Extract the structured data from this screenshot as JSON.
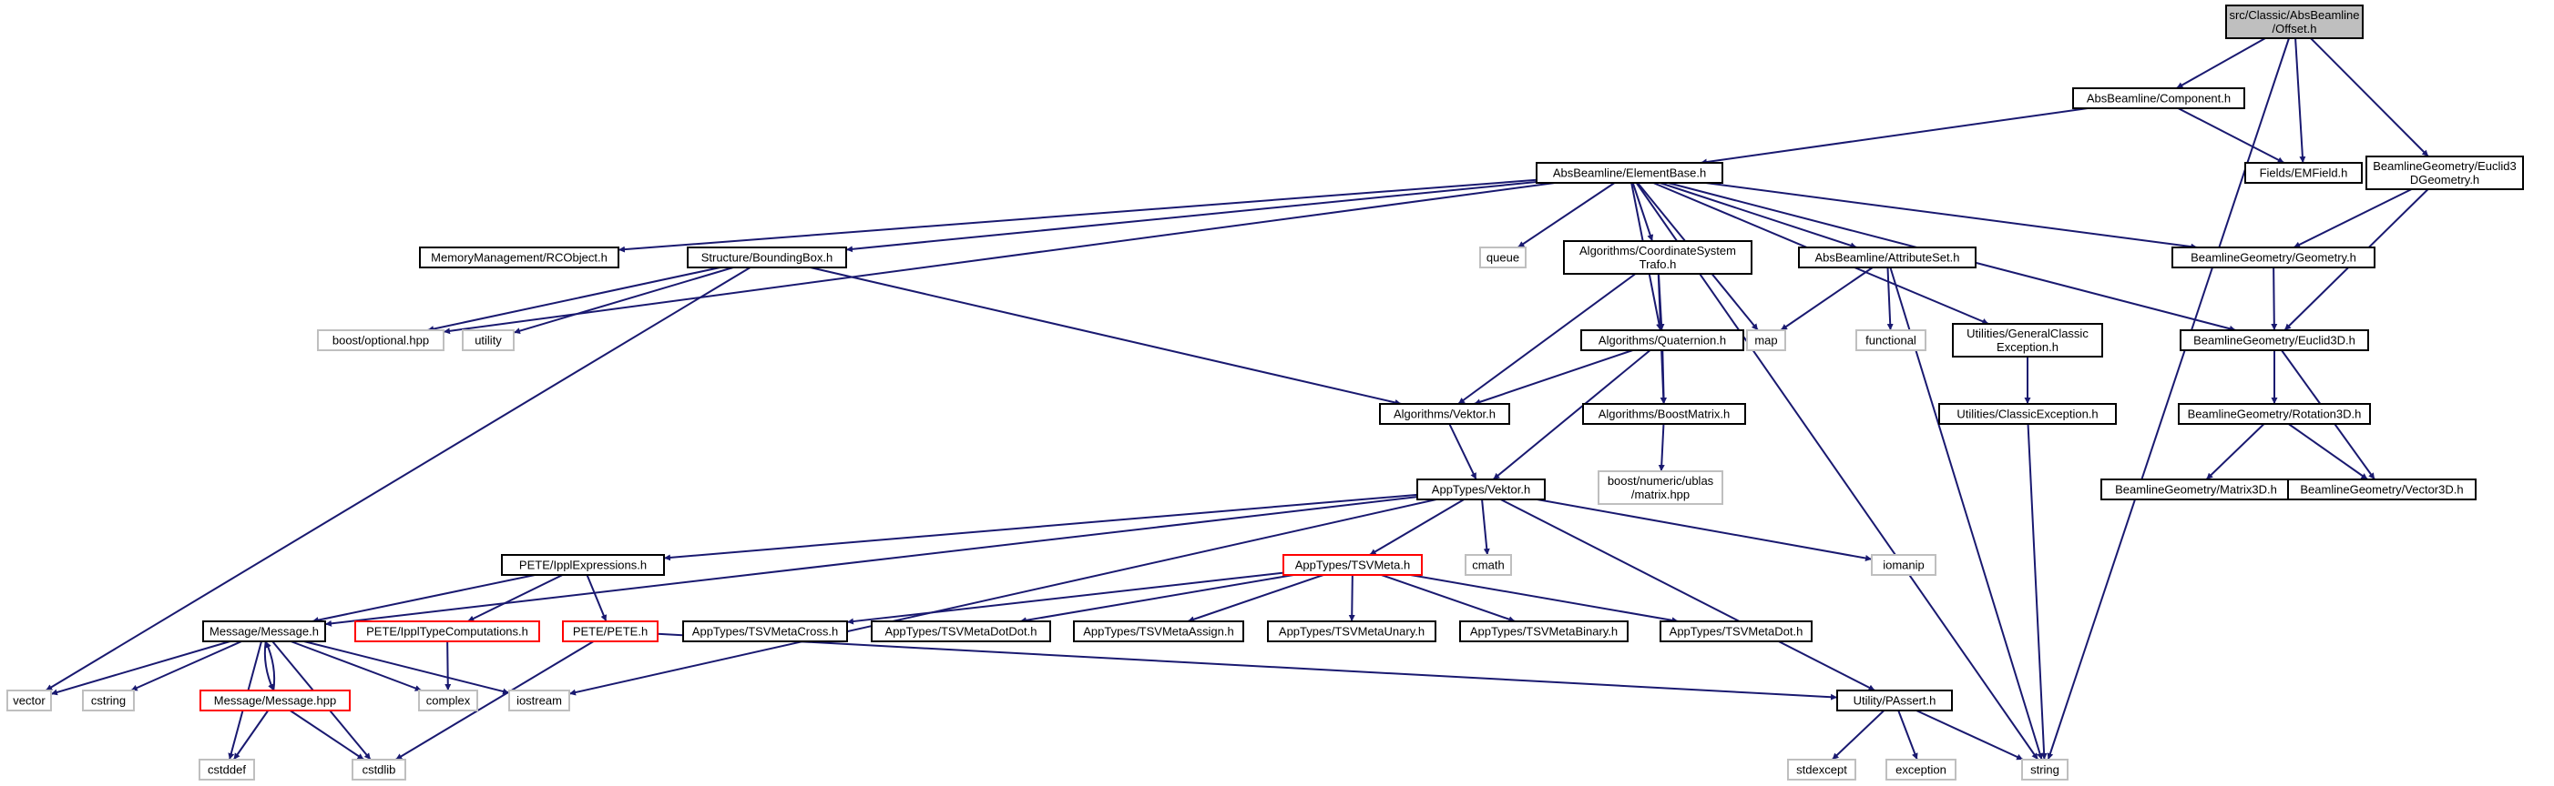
{
  "nodes": [
    {
      "id": "offset",
      "lines": [
        "src/Classic/AbsBeamline",
        "/Offset.h"
      ],
      "style": "focus"
    },
    {
      "id": "component",
      "lines": [
        "AbsBeamline/Component.h"
      ],
      "style": "normal"
    },
    {
      "id": "emfield",
      "lines": [
        "Fields/EMField.h"
      ],
      "style": "normal"
    },
    {
      "id": "euclid3dgeom",
      "lines": [
        "BeamlineGeometry/Euclid3",
        "DGeometry.h"
      ],
      "style": "normal"
    },
    {
      "id": "elementbase",
      "lines": [
        "AbsBeamline/ElementBase.h"
      ],
      "style": "normal"
    },
    {
      "id": "rcobject",
      "lines": [
        "MemoryManagement/RCObject.h"
      ],
      "style": "normal"
    },
    {
      "id": "boundingbox",
      "lines": [
        "Structure/BoundingBox.h"
      ],
      "style": "normal"
    },
    {
      "id": "queue",
      "lines": [
        "queue"
      ],
      "style": "external"
    },
    {
      "id": "coordtrafo",
      "lines": [
        "Algorithms/CoordinateSystem",
        "Trafo.h"
      ],
      "style": "normal"
    },
    {
      "id": "attributeset",
      "lines": [
        "AbsBeamline/AttributeSet.h"
      ],
      "style": "normal"
    },
    {
      "id": "geometry",
      "lines": [
        "BeamlineGeometry/Geometry.h"
      ],
      "style": "normal"
    },
    {
      "id": "boostoptional",
      "lines": [
        "boost/optional.hpp"
      ],
      "style": "external"
    },
    {
      "id": "utility",
      "lines": [
        "utility"
      ],
      "style": "external"
    },
    {
      "id": "quaternion",
      "lines": [
        "Algorithms/Quaternion.h"
      ],
      "style": "normal"
    },
    {
      "id": "map",
      "lines": [
        "map"
      ],
      "style": "external"
    },
    {
      "id": "functional",
      "lines": [
        "functional"
      ],
      "style": "external"
    },
    {
      "id": "genclassicexc",
      "lines": [
        "Utilities/GeneralClassic",
        "Exception.h"
      ],
      "style": "normal"
    },
    {
      "id": "euclid3d",
      "lines": [
        "BeamlineGeometry/Euclid3D.h"
      ],
      "style": "normal"
    },
    {
      "id": "algvektor",
      "lines": [
        "Algorithms/Vektor.h"
      ],
      "style": "normal"
    },
    {
      "id": "boostmatrix",
      "lines": [
        "Algorithms/BoostMatrix.h"
      ],
      "style": "normal"
    },
    {
      "id": "classicexc",
      "lines": [
        "Utilities/ClassicException.h"
      ],
      "style": "normal"
    },
    {
      "id": "rotation3d",
      "lines": [
        "BeamlineGeometry/Rotation3D.h"
      ],
      "style": "normal"
    },
    {
      "id": "ublasmatrix",
      "lines": [
        "boost/numeric/ublas",
        "/matrix.hpp"
      ],
      "style": "external"
    },
    {
      "id": "matrix3d",
      "lines": [
        "BeamlineGeometry/Matrix3D.h"
      ],
      "style": "normal"
    },
    {
      "id": "vector3d",
      "lines": [
        "BeamlineGeometry/Vector3D.h"
      ],
      "style": "normal"
    },
    {
      "id": "appvektor",
      "lines": [
        "AppTypes/Vektor.h"
      ],
      "style": "normal"
    },
    {
      "id": "ipplexpr",
      "lines": [
        "PETE/IpplExpressions.h"
      ],
      "style": "normal"
    },
    {
      "id": "tsvmeta",
      "lines": [
        "AppTypes/TSVMeta.h"
      ],
      "style": "red"
    },
    {
      "id": "cmath",
      "lines": [
        "cmath"
      ],
      "style": "external"
    },
    {
      "id": "iomanip",
      "lines": [
        "iomanip"
      ],
      "style": "external"
    },
    {
      "id": "messageh",
      "lines": [
        "Message/Message.h"
      ],
      "style": "normal"
    },
    {
      "id": "ippltypecomp",
      "lines": [
        "PETE/IpplTypeComputations.h"
      ],
      "style": "red"
    },
    {
      "id": "peteh",
      "lines": [
        "PETE/PETE.h"
      ],
      "style": "red"
    },
    {
      "id": "tsvcross",
      "lines": [
        "AppTypes/TSVMetaCross.h"
      ],
      "style": "normal"
    },
    {
      "id": "tsvdotdot",
      "lines": [
        "AppTypes/TSVMetaDotDot.h"
      ],
      "style": "normal"
    },
    {
      "id": "tsvassign",
      "lines": [
        "AppTypes/TSVMetaAssign.h"
      ],
      "style": "normal"
    },
    {
      "id": "tsvunary",
      "lines": [
        "AppTypes/TSVMetaUnary.h"
      ],
      "style": "normal"
    },
    {
      "id": "tsvbinary",
      "lines": [
        "AppTypes/TSVMetaBinary.h"
      ],
      "style": "normal"
    },
    {
      "id": "tsvdot",
      "lines": [
        "AppTypes/TSVMetaDot.h"
      ],
      "style": "normal"
    },
    {
      "id": "vector",
      "lines": [
        "vector"
      ],
      "style": "external"
    },
    {
      "id": "cstring",
      "lines": [
        "cstring"
      ],
      "style": "external"
    },
    {
      "id": "messagehpp",
      "lines": [
        "Message/Message.hpp"
      ],
      "style": "red"
    },
    {
      "id": "complex",
      "lines": [
        "complex"
      ],
      "style": "external"
    },
    {
      "id": "iostream",
      "lines": [
        "iostream"
      ],
      "style": "external"
    },
    {
      "id": "passert",
      "lines": [
        "Utility/PAssert.h"
      ],
      "style": "normal"
    },
    {
      "id": "cstddef",
      "lines": [
        "cstddef"
      ],
      "style": "external"
    },
    {
      "id": "cstdlib",
      "lines": [
        "cstdlib"
      ],
      "style": "external"
    },
    {
      "id": "stdexcept",
      "lines": [
        "stdexcept"
      ],
      "style": "external"
    },
    {
      "id": "exception",
      "lines": [
        "exception"
      ],
      "style": "external"
    },
    {
      "id": "string",
      "lines": [
        "string"
      ],
      "style": "external"
    }
  ],
  "edges": [
    [
      "offset",
      "component"
    ],
    [
      "offset",
      "emfield"
    ],
    [
      "offset",
      "euclid3dgeom"
    ],
    [
      "offset",
      "string"
    ],
    [
      "component",
      "emfield"
    ],
    [
      "component",
      "elementbase"
    ],
    [
      "euclid3dgeom",
      "geometry"
    ],
    [
      "euclid3dgeom",
      "euclid3d"
    ],
    [
      "elementbase",
      "rcobject"
    ],
    [
      "elementbase",
      "boundingbox"
    ],
    [
      "elementbase",
      "queue"
    ],
    [
      "elementbase",
      "coordtrafo"
    ],
    [
      "elementbase",
      "attributeset"
    ],
    [
      "elementbase",
      "geometry"
    ],
    [
      "elementbase",
      "boostoptional"
    ],
    [
      "elementbase",
      "quaternion"
    ],
    [
      "elementbase",
      "map"
    ],
    [
      "elementbase",
      "genclassicexc"
    ],
    [
      "elementbase",
      "euclid3d"
    ],
    [
      "elementbase",
      "string"
    ],
    [
      "boundingbox",
      "boostoptional"
    ],
    [
      "boundingbox",
      "utility"
    ],
    [
      "boundingbox",
      "algvektor"
    ],
    [
      "boundingbox",
      "vector"
    ],
    [
      "coordtrafo",
      "quaternion"
    ],
    [
      "coordtrafo",
      "algvektor"
    ],
    [
      "coordtrafo",
      "boostmatrix"
    ],
    [
      "attributeset",
      "map"
    ],
    [
      "attributeset",
      "functional"
    ],
    [
      "attributeset",
      "string"
    ],
    [
      "geometry",
      "euclid3d"
    ],
    [
      "quaternion",
      "algvektor"
    ],
    [
      "quaternion",
      "boostmatrix"
    ],
    [
      "quaternion",
      "appvektor"
    ],
    [
      "genclassicexc",
      "classicexc"
    ],
    [
      "euclid3d",
      "rotation3d"
    ],
    [
      "euclid3d",
      "vector3d"
    ],
    [
      "algvektor",
      "appvektor"
    ],
    [
      "boostmatrix",
      "ublasmatrix"
    ],
    [
      "classicexc",
      "string"
    ],
    [
      "rotation3d",
      "matrix3d"
    ],
    [
      "rotation3d",
      "vector3d"
    ],
    [
      "appvektor",
      "ipplexpr"
    ],
    [
      "appvektor",
      "tsvmeta"
    ],
    [
      "appvektor",
      "cmath"
    ],
    [
      "appvektor",
      "iomanip"
    ],
    [
      "appvektor",
      "messageh"
    ],
    [
      "appvektor",
      "passert"
    ],
    [
      "appvektor",
      "iostream"
    ],
    [
      "ipplexpr",
      "messageh"
    ],
    [
      "ipplexpr",
      "ippltypecomp"
    ],
    [
      "ipplexpr",
      "peteh"
    ],
    [
      "tsvmeta",
      "tsvcross"
    ],
    [
      "tsvmeta",
      "tsvdotdot"
    ],
    [
      "tsvmeta",
      "tsvassign"
    ],
    [
      "tsvmeta",
      "tsvunary"
    ],
    [
      "tsvmeta",
      "tsvbinary"
    ],
    [
      "tsvmeta",
      "tsvdot"
    ],
    [
      "messageh",
      "vector"
    ],
    [
      "messageh",
      "cstring"
    ],
    [
      "messageh",
      "messagehpp"
    ],
    [
      "messageh",
      "complex"
    ],
    [
      "messageh",
      "iostream"
    ],
    [
      "messageh",
      "cstddef"
    ],
    [
      "messageh",
      "cstdlib"
    ],
    [
      "messagehpp",
      "messageh"
    ],
    [
      "messagehpp",
      "cstddef"
    ],
    [
      "messagehpp",
      "cstdlib"
    ],
    [
      "ippltypecomp",
      "complex"
    ],
    [
      "peteh",
      "cstdlib"
    ],
    [
      "peteh",
      "passert"
    ],
    [
      "passert",
      "stdexcept"
    ],
    [
      "passert",
      "exception"
    ],
    [
      "passert",
      "string"
    ]
  ],
  "colors": {
    "edge": "#191970",
    "node_border": "#000000",
    "external_border": "#bfbfbf",
    "highlight_border": "#ff0000",
    "focus_fill": "#bfbfbf"
  }
}
